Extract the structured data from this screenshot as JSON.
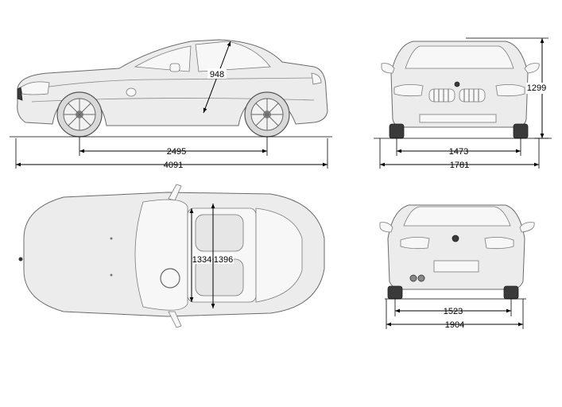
{
  "dimensions": {
    "height": "948",
    "wheelbase": "2495",
    "length": "4091",
    "front_track": "1473",
    "width_front": "1781",
    "overall_height": "1299",
    "rear_track": "1523",
    "width_rear": "1904",
    "seat_width_left": "1334",
    "seat_width_right": "1396"
  }
}
